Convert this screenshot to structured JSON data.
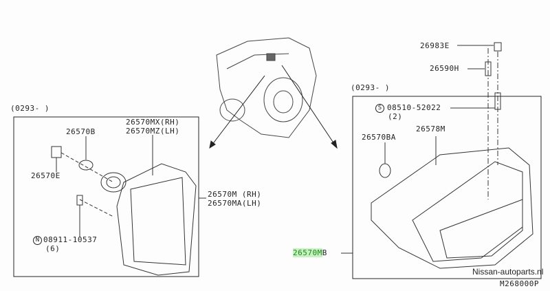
{
  "left_panel": {
    "date_range": "(0293-     )",
    "labels": {
      "lamp_rh": "26570MX(RH)",
      "lamp_lh": "26570MZ(LH)",
      "bulb": "26570B",
      "socket": "26570E",
      "assembly_rh": "26570M (RH)",
      "assembly_lh": "26570MA(LH)",
      "bolt_prefix": "N",
      "bolt": "08911-10537",
      "bolt_qty": "(6)"
    }
  },
  "right_panel": {
    "date_range": "(0293-     )",
    "labels": {
      "clip": "26983E",
      "screw": "26590H",
      "screw2_prefix": "S",
      "screw2": "08510-52022",
      "screw2_qty": "(2)",
      "housing": "26578M",
      "bulb": "26570BA",
      "assembly_highlight": "26570M",
      "assembly_suffix": "B"
    },
    "watermark": "Nissan-autoparts.nl"
  },
  "diagram_code": "M268000P",
  "colors": {
    "highlight_text": "#1a8a1a",
    "highlight_bg": "#c8f0c0",
    "line": "#222222"
  }
}
